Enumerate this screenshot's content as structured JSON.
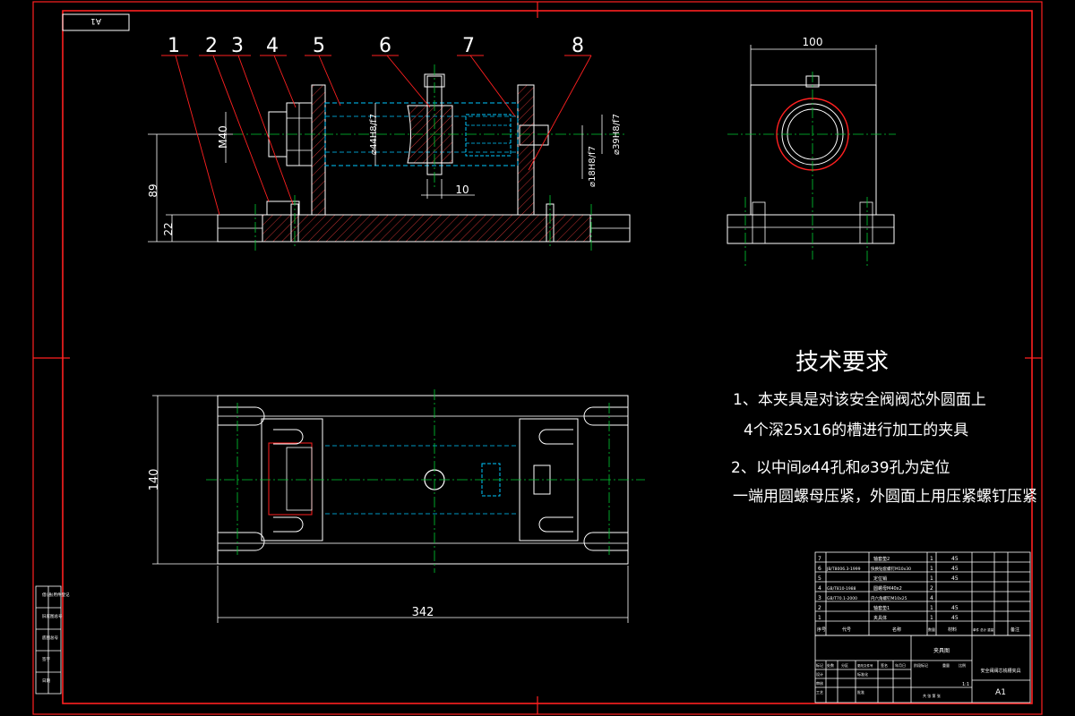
{
  "sheet": {
    "label": "A1",
    "sheet_size": "A1",
    "colors": {
      "background": "#000000",
      "frame": "#ff2020",
      "outline": "#ffffff",
      "centerline": "#00cc33",
      "hidden": "#00c8ff",
      "hatch": "#d03030",
      "leader": "#ff2020"
    }
  },
  "balloons": [
    "1",
    "2",
    "3",
    "4",
    "5",
    "6",
    "7",
    "8"
  ],
  "dims": {
    "d100": "100",
    "d89": "89",
    "d22": "22",
    "d10": "10",
    "d140": "140",
    "d342": "342",
    "m40": "M40",
    "phi44": "⌀44H8/f7",
    "phi39": "⌀39H8/f7",
    "phi18": "⌀18H8/f7"
  },
  "tech": {
    "title": "技术要求",
    "line1": "1、本夹具是对该安全阀阀芯外圆面上",
    "line2": "4个深25x16的槽进行加工的夹具",
    "line3": "2、以中间⌀44孔和⌀39孔为定位",
    "line4": "一端用圆螺母压紧，外圆面上用压紧螺钉压紧"
  },
  "bom": [
    {
      "no": "7",
      "code": "",
      "name": "轴套垫2",
      "qty": "1",
      "mat": "45"
    },
    {
      "no": "6",
      "code": "JB/T8006.3-1999",
      "name": "快换钻套螺钉M10x30",
      "qty": "1",
      "mat": "45"
    },
    {
      "no": "5",
      "code": "",
      "name": "定位销",
      "qty": "1",
      "mat": "45"
    },
    {
      "no": "4",
      "code": "GB/T810-1988",
      "name": "圆螺母M40x2",
      "qty": "2",
      "mat": ""
    },
    {
      "no": "3",
      "code": "GB/T70.1-2000",
      "name": "内六角螺钉M10x25",
      "qty": "4",
      "mat": ""
    },
    {
      "no": "2",
      "code": "",
      "name": "轴套垫1",
      "qty": "1",
      "mat": "45"
    },
    {
      "no": "1",
      "code": "",
      "name": "夹具体",
      "qty": "1",
      "mat": "45"
    }
  ],
  "bom_header": {
    "no": "序号",
    "code": "代号",
    "name": "名称",
    "qty": "数量",
    "mat": "材料",
    "mass": "单件 总计 重量",
    "note": "备注"
  },
  "title_block": {
    "company": "夹具图",
    "drawing_name": "安全阀阀芯铣槽夹具",
    "sheet": "A1",
    "scale": "1:1",
    "mark": "标记",
    "count": "处数",
    "zone": "分区",
    "change": "更改文件号",
    "sign": "签名",
    "date": "年月日",
    "design": "设计",
    "std": "标准化",
    "review": "审核",
    "craft": "工艺",
    "approve": "批准",
    "stage": "阶段标记",
    "weight": "重量",
    "ratio": "比例",
    "total": "共 张 第 张"
  },
  "side_strip": [
    "借(通)用件登记",
    "旧底图总号",
    "底图总号",
    "签字",
    "日期"
  ]
}
